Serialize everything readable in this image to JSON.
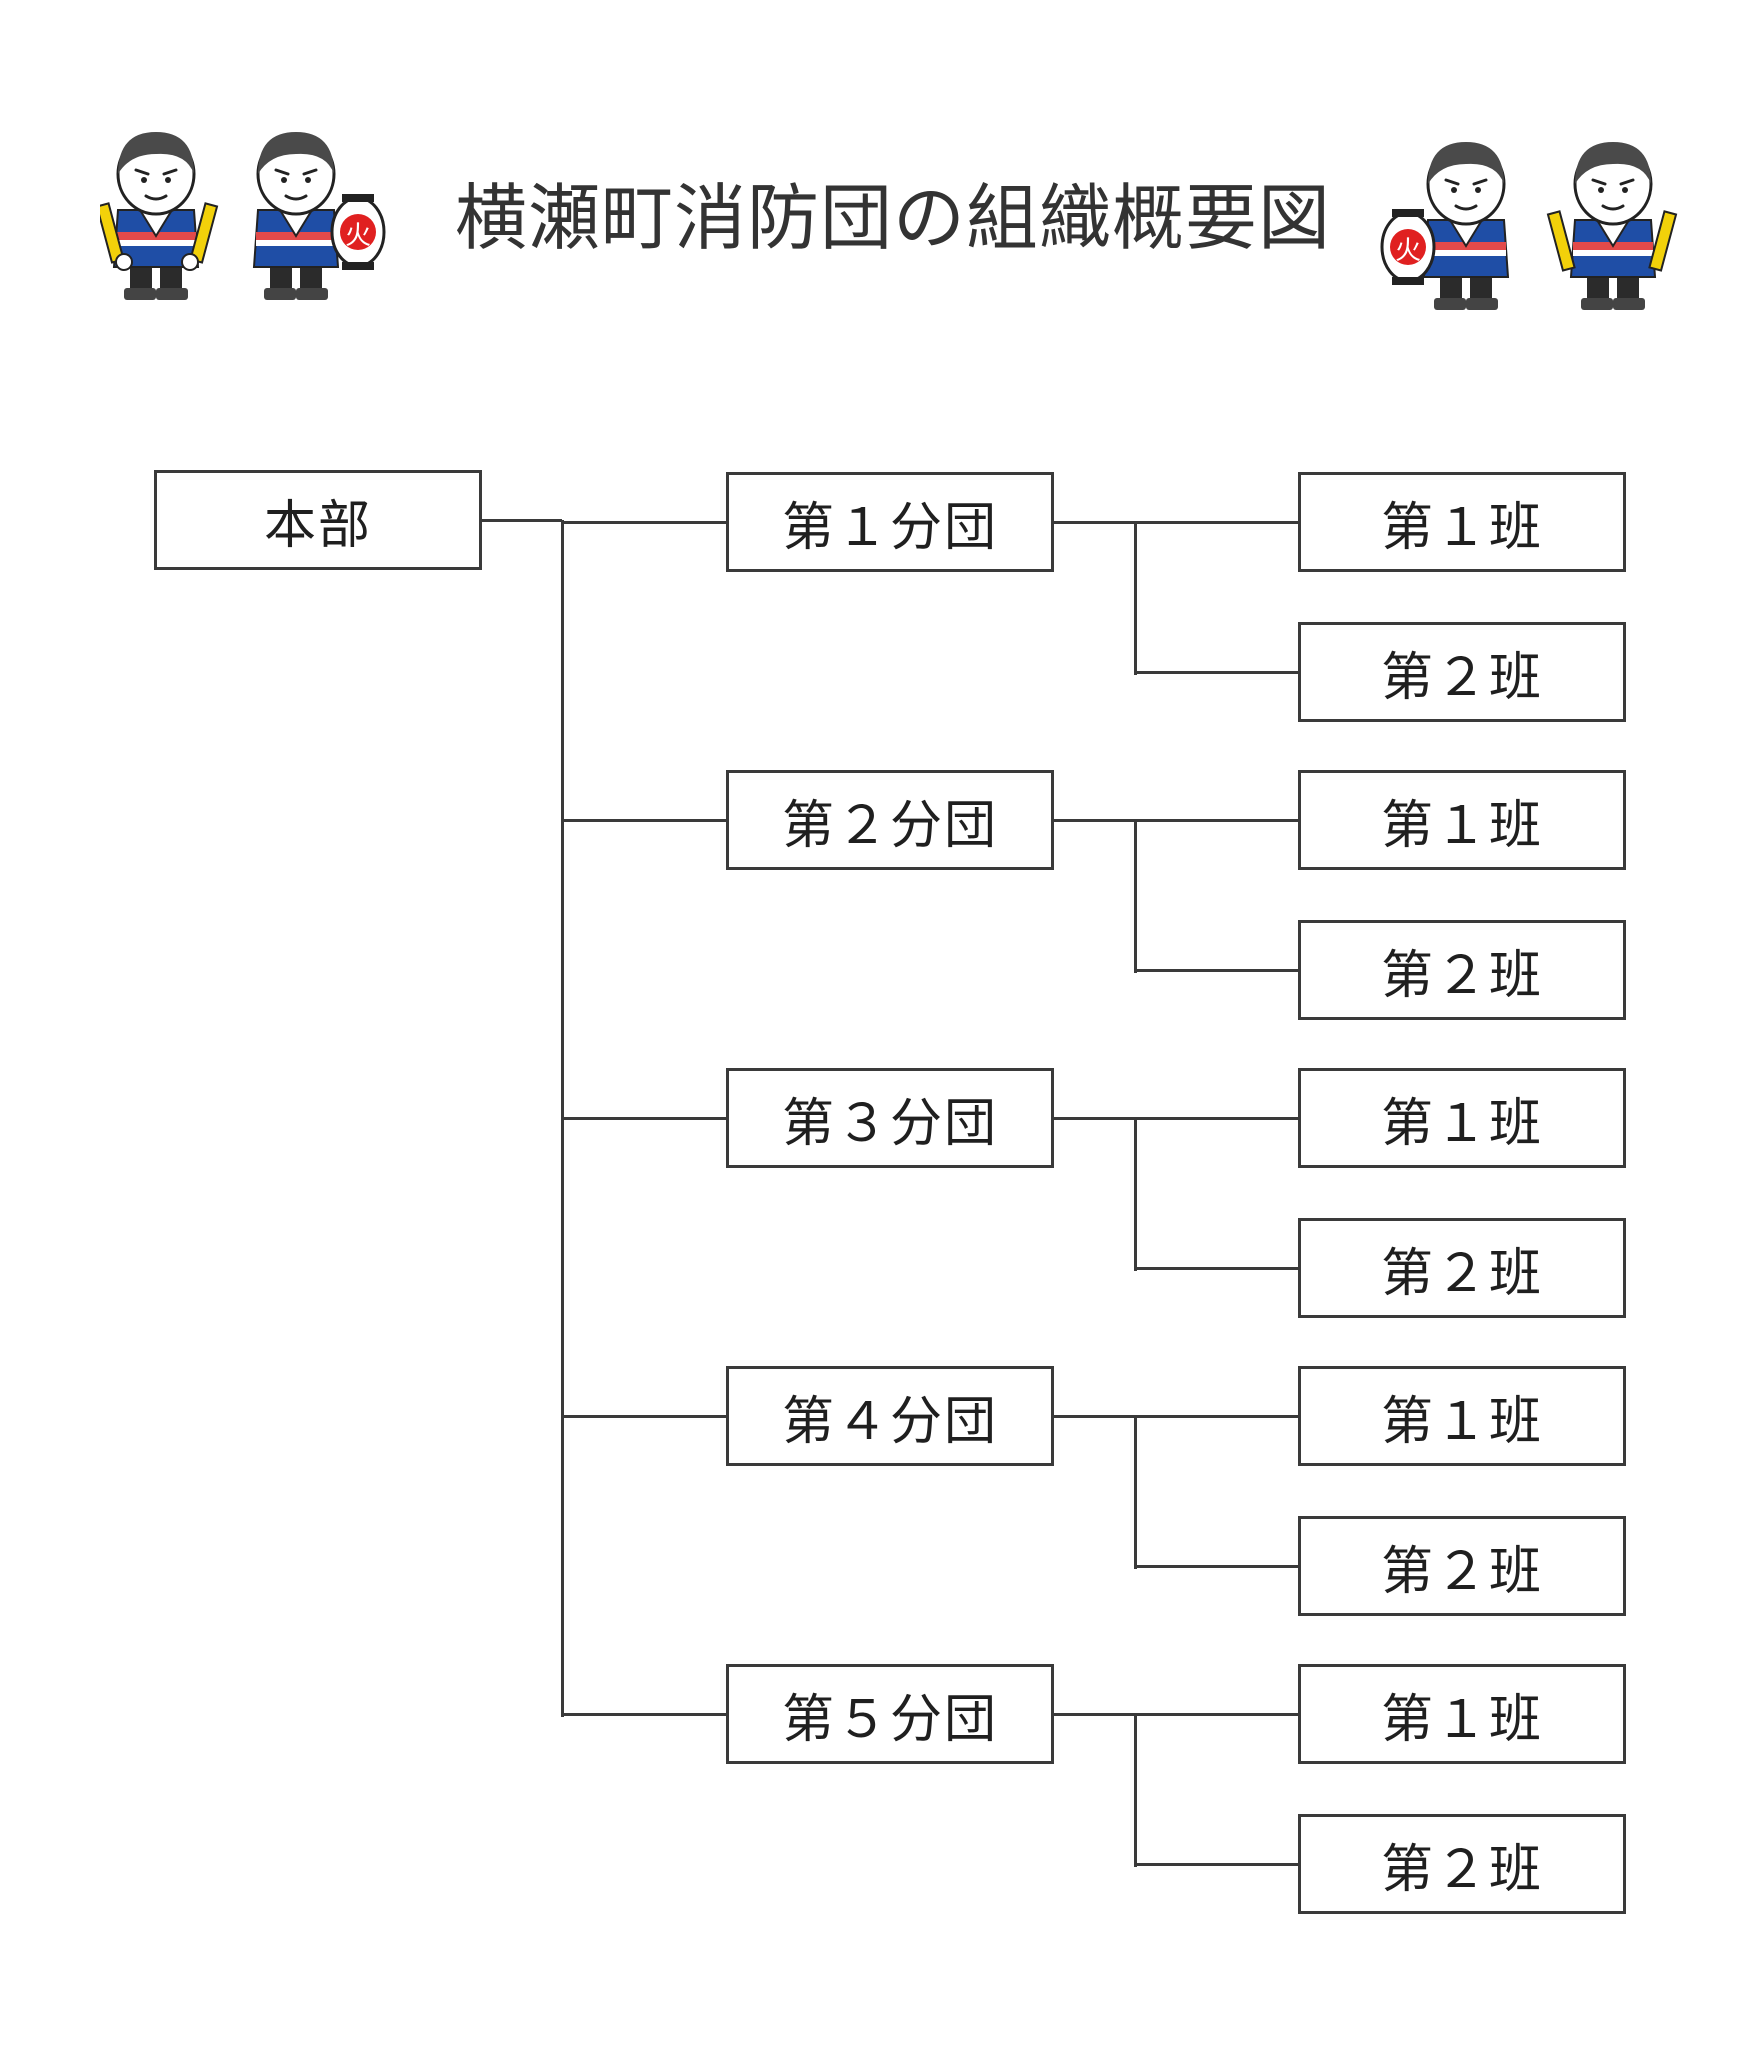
{
  "title": "横瀬町消防団の組織概要図",
  "colors": {
    "line": "#3a3a3a",
    "text": "#1f1f1f",
    "uniform": "#1f4ea6",
    "lantern_mark": "#e02020",
    "vest": "#f2d10a"
  },
  "mascots": [
    "firefighter-with-baton-icon",
    "firefighter-with-lantern-icon",
    "firefighter-with-lantern-icon",
    "firefighter-with-baton-icon"
  ],
  "lantern_char": "火",
  "org": {
    "root": "本部",
    "divisions": [
      {
        "label": "第１分団",
        "squads": [
          "第１班",
          "第２班"
        ]
      },
      {
        "label": "第２分団",
        "squads": [
          "第１班",
          "第２班"
        ]
      },
      {
        "label": "第３分団",
        "squads": [
          "第１班",
          "第２班"
        ]
      },
      {
        "label": "第４分団",
        "squads": [
          "第１班",
          "第２班"
        ]
      },
      {
        "label": "第５分団",
        "squads": [
          "第１班",
          "第２班"
        ]
      }
    ]
  }
}
